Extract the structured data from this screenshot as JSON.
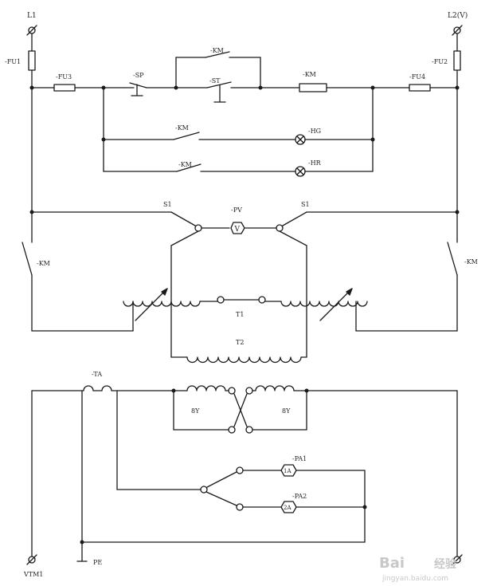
{
  "labels": {
    "l1": "L1",
    "l2": "L2(V)",
    "fu1": "-FU1",
    "fu2": "-FU2",
    "fu3": "-FU3",
    "fu4": "-FU4",
    "sp": "-SP",
    "st": "-ST",
    "km_aux": "-KM",
    "km_coil": "-KM",
    "km_hg": "-KM",
    "km_hr": "-KM",
    "hg": "-HG",
    "hr": "-HR",
    "s1_left": "S1",
    "s1_right": "S1",
    "pv": "-PV",
    "km_main_left": "-KM",
    "km_main_right": "-KM",
    "t1": "T1",
    "t2": "T2",
    "ta": "-TA",
    "winding_left": "8Y",
    "winding_right": "8Y",
    "pa1": "-PA1",
    "pa2": "-PA2",
    "a1": "1A",
    "a2": "2A",
    "pe": "PE",
    "vtm": "VTM1"
  },
  "watermark": {
    "brand": "Bai",
    "brand2": "经验",
    "url": "jingyan.baidu.com"
  },
  "colors": {
    "line": "#1a1a1a",
    "watermark": "#c8c8c8"
  }
}
